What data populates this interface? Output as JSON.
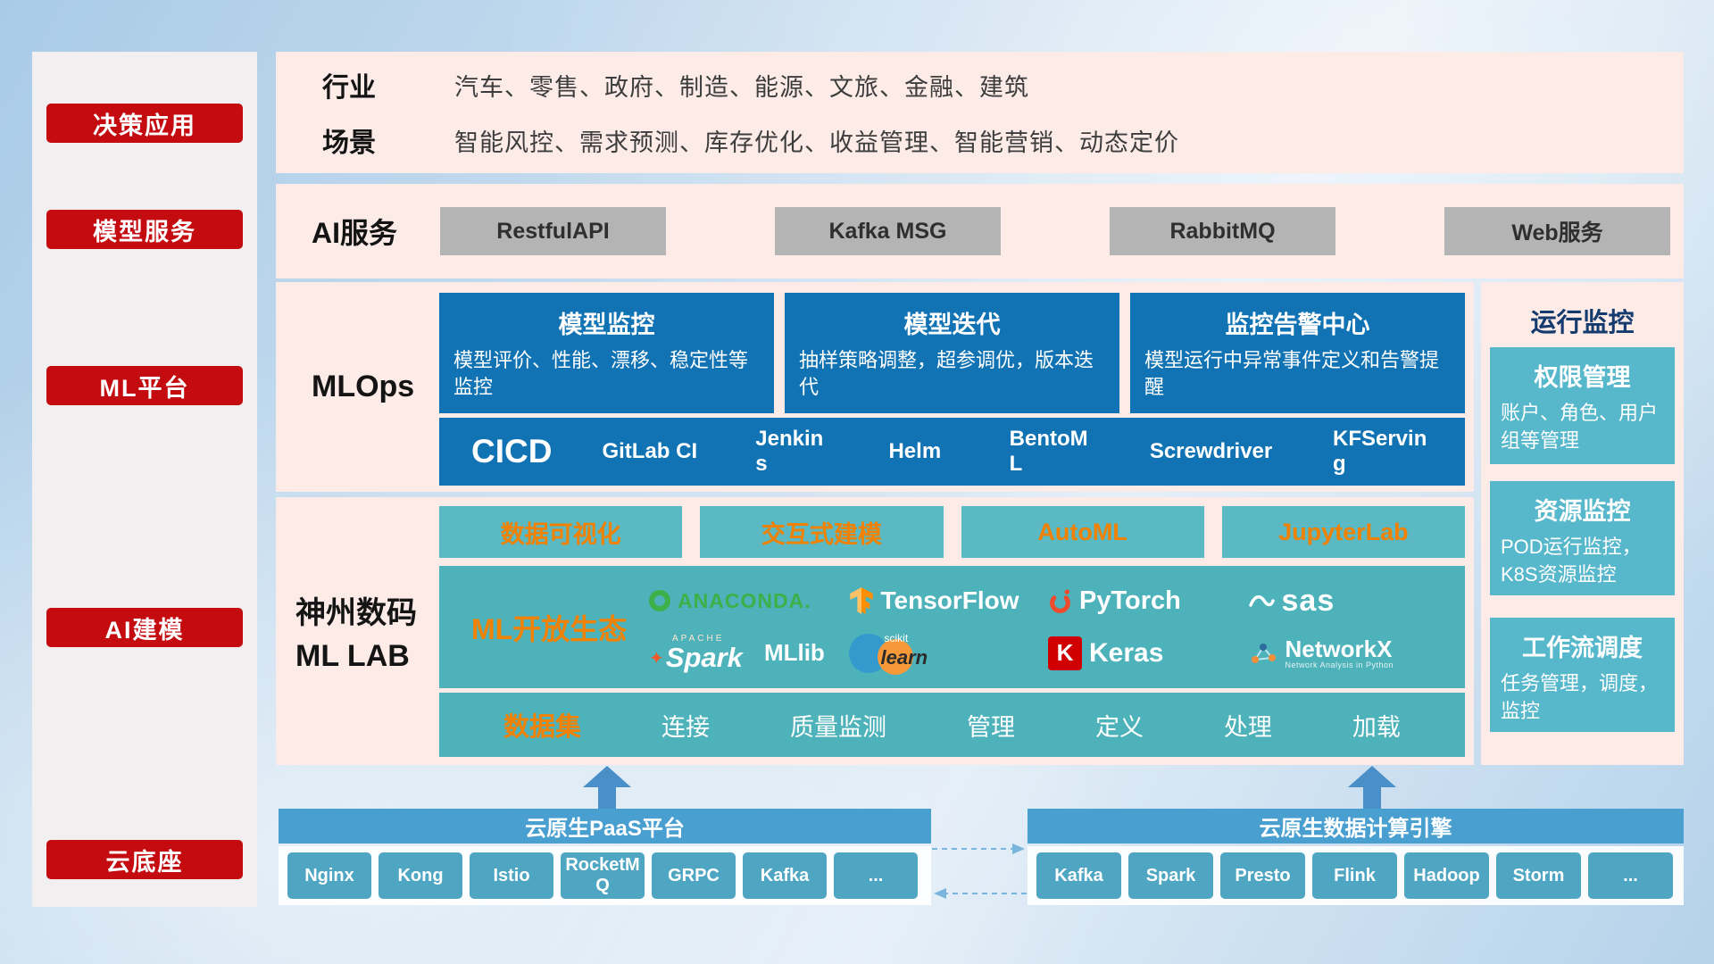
{
  "colors": {
    "accent_red": "#c30b10",
    "panel_pink": "#fcebe7",
    "primary_blue": "#1173b3",
    "teal": "#4db2b9",
    "orange": "#f18101",
    "bar_blue": "#489fd0",
    "pill_blue": "#4ea6c3",
    "gray_button": "#b5b4b4",
    "monitor_title_navy": "#153a6d"
  },
  "sidebar": {
    "items": [
      {
        "label": "决策应用"
      },
      {
        "label": "模型服务"
      },
      {
        "label": "ML平台"
      },
      {
        "label": "AI建模"
      },
      {
        "label": "云底座"
      }
    ]
  },
  "industry": {
    "row1_label": "行业",
    "row1_text": "汽车、零售、政府、制造、能源、文旅、金融、建筑",
    "row2_label": "场景",
    "row2_text": "智能风控、需求预测、库存优化、收益管理、智能营销、动态定价"
  },
  "ai_service": {
    "label": "AI服务",
    "services": [
      {
        "label": "RestfulAPI"
      },
      {
        "label": "Kafka MSG"
      },
      {
        "label": "RabbitMQ"
      },
      {
        "label": "Web服务"
      }
    ]
  },
  "mlops": {
    "label": "MLOps",
    "cards": [
      {
        "title": "模型监控",
        "desc": "模型评价、性能、漂移、稳定性等监控"
      },
      {
        "title": "模型迭代",
        "desc": "抽样策略调整，超参调优，版本迭代"
      },
      {
        "title": "监控告警中心",
        "desc": "模型运行中异常事件定义和告警提醒"
      }
    ],
    "cicd_label": "CICD",
    "cicd_tools": [
      {
        "label": "GitLab CI"
      },
      {
        "label": "Jenkins"
      },
      {
        "label": "Helm"
      },
      {
        "label": "BentoML"
      },
      {
        "label": "Screwdriver"
      },
      {
        "label": "KFServing"
      }
    ]
  },
  "monitor": {
    "title": "运行监控",
    "cards": [
      {
        "title": "权限管理",
        "desc": "账户、角色、用户组等管理"
      },
      {
        "title": "资源监控",
        "desc": "POD运行监控，K8S资源监控"
      },
      {
        "title": "工作流调度",
        "desc": "任务管理，调度，监控"
      }
    ]
  },
  "mllab": {
    "label_line1": "神州数码",
    "label_line2": "ML LAB",
    "features": [
      {
        "label": "数据可视化"
      },
      {
        "label": "交互式建模"
      },
      {
        "label": "AutoML"
      },
      {
        "label": "JupyterLab"
      }
    ],
    "ecosystem_label": "ML开放生态",
    "logos": {
      "anaconda": {
        "text": "ANACONDA."
      },
      "tensorflow": {
        "text": "TensorFlow"
      },
      "pytorch": {
        "text": "PyTorch"
      },
      "sas": {
        "text": "sas"
      },
      "spark": {
        "apache": "APACHE",
        "text": "Spark",
        "mllib": "MLlib"
      },
      "sklearn": {
        "sub": "scikit",
        "text": "learn"
      },
      "keras": {
        "letter": "K",
        "text": "Keras"
      },
      "networkx": {
        "text": "NetworkX",
        "sub": "Network Analysis in Python"
      }
    },
    "dataset": {
      "label": "数据集",
      "items": [
        {
          "label": "连接"
        },
        {
          "label": "质量监测"
        },
        {
          "label": "管理"
        },
        {
          "label": "定义"
        },
        {
          "label": "处理"
        },
        {
          "label": "加载"
        }
      ]
    }
  },
  "cloud": {
    "paas": {
      "title": "云原生PaaS平台",
      "items": [
        {
          "label": "Nginx"
        },
        {
          "label": "Kong"
        },
        {
          "label": "Istio"
        },
        {
          "label": "RocketMQ"
        },
        {
          "label": "GRPC"
        },
        {
          "label": "Kafka"
        },
        {
          "label": "..."
        }
      ]
    },
    "engine": {
      "title": "云原生数据计算引擎",
      "items": [
        {
          "label": "Kafka"
        },
        {
          "label": "Spark"
        },
        {
          "label": "Presto"
        },
        {
          "label": "Flink"
        },
        {
          "label": "Hadoop"
        },
        {
          "label": "Storm"
        },
        {
          "label": "..."
        }
      ]
    }
  }
}
